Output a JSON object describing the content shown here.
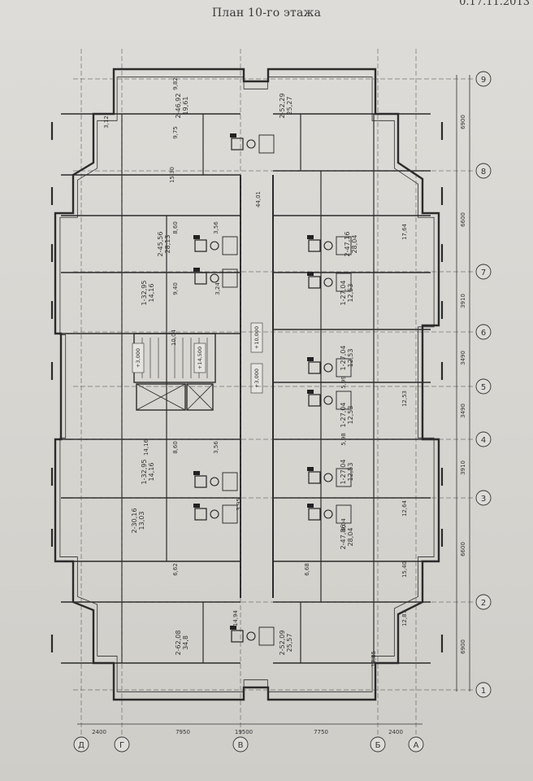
{
  "title": "План 10-го этажа",
  "stamp": "0.17.11.2013",
  "axes_right": [
    "9",
    "8",
    "7",
    "6",
    "5",
    "4",
    "3",
    "2",
    "1"
  ],
  "axes_bottom": [
    "Д",
    "Г",
    "В",
    "Б",
    "А"
  ],
  "dims_right": [
    "6900",
    "6600",
    "3910",
    "3490",
    "3490",
    "3910",
    "6600",
    "6900"
  ],
  "dims_bottom": [
    "2400",
    "7950",
    "19500",
    "7750",
    "2400"
  ],
  "left_apartments": [
    {
      "label": "2-46,92 / 19,61"
    },
    {
      "label": "2-45,56 / 28,13"
    },
    {
      "label": "1-32,95 / 14,16"
    },
    {
      "label": "1-32,95 / 14,16"
    },
    {
      "label": "2-30,16 / 13,03"
    },
    {
      "label": "2-62,08 / 34,8"
    }
  ],
  "right_apartments": [
    {
      "label": "2-52,29 / 25,27"
    },
    {
      "label": "2-47,16 / 28,04"
    },
    {
      "label": "1-27,04 / 12,53"
    },
    {
      "label": "1-27,04 / 12,53"
    },
    {
      "label": "1-27,04 / 12,53"
    },
    {
      "label": "1-27,04 / 12,53"
    },
    {
      "label": "2-47,86 / 28,04"
    },
    {
      "label": "2-52,09 / 25,57"
    }
  ],
  "room_areas": [
    "9,82",
    "3,12",
    "9,75",
    "15,30",
    "8,60",
    "3,56",
    "9,40",
    "3,24",
    "10,04",
    "14,16",
    "8,60",
    "3,56",
    "3,95",
    "12,64",
    "5,99",
    "6,04",
    "5,98",
    "17,64",
    "12,53",
    "15,40",
    "12,87",
    "12,85",
    "14,94",
    "6,62",
    "6,68",
    "44,01"
  ],
  "elevations": [
    "+3,000",
    "+14,500",
    "+10,000",
    "+3,000"
  ]
}
